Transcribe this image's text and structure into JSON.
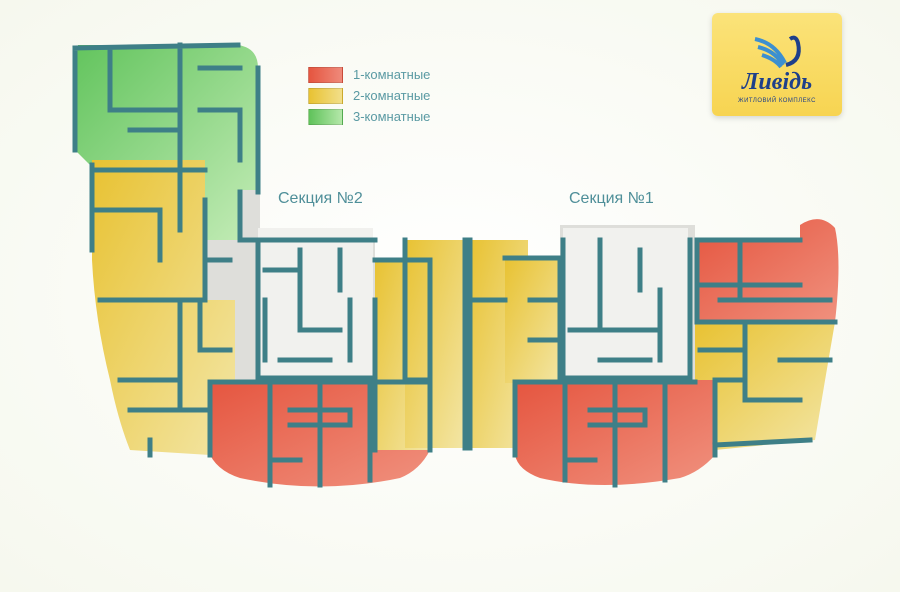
{
  "logo": {
    "name": "Лuвiдь",
    "subtitle": "ЖИТЛОВИЙ КОМПЛЕКС"
  },
  "legend": [
    {
      "label": "1-комнатные",
      "color": "#e85a48"
    },
    {
      "label": "2-комнатные",
      "color": "#e8c43a"
    },
    {
      "label": "3-комнатные",
      "color": "#6fcd6a"
    }
  ],
  "sections": [
    {
      "label": "Секция №2"
    },
    {
      "label": "Секция №1"
    }
  ],
  "colors": {
    "wall": "#3e7f87",
    "core": "#eeeeea",
    "corridor": "#dcdcd8"
  }
}
